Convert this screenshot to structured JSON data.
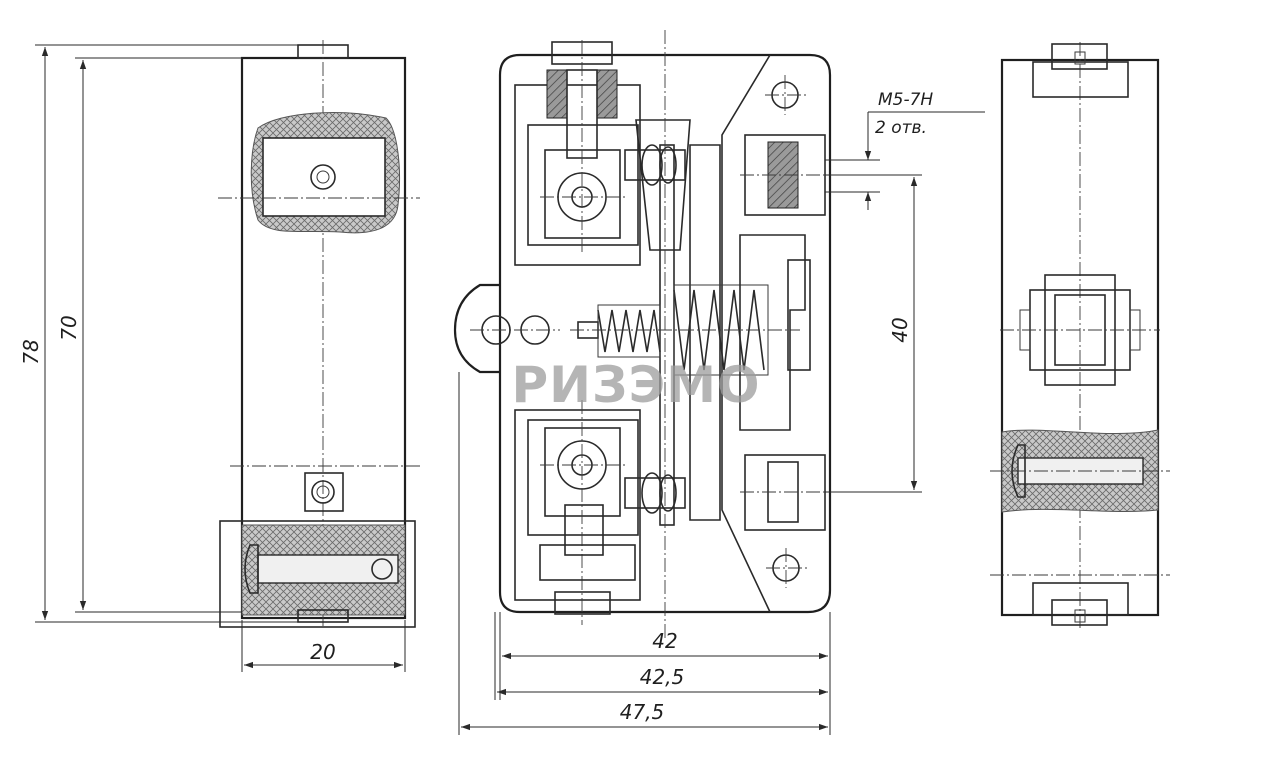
{
  "watermark": "РИЗЭМО",
  "thread_note": {
    "thread": "М5-7Н",
    "holes": "2 отв."
  },
  "dimensions": {
    "overall_height": "78",
    "body_height": "70",
    "side_width": "20",
    "width_inner": "42",
    "width_mid": "42,5",
    "width_overall": "47,5",
    "hole_spacing": "40"
  }
}
